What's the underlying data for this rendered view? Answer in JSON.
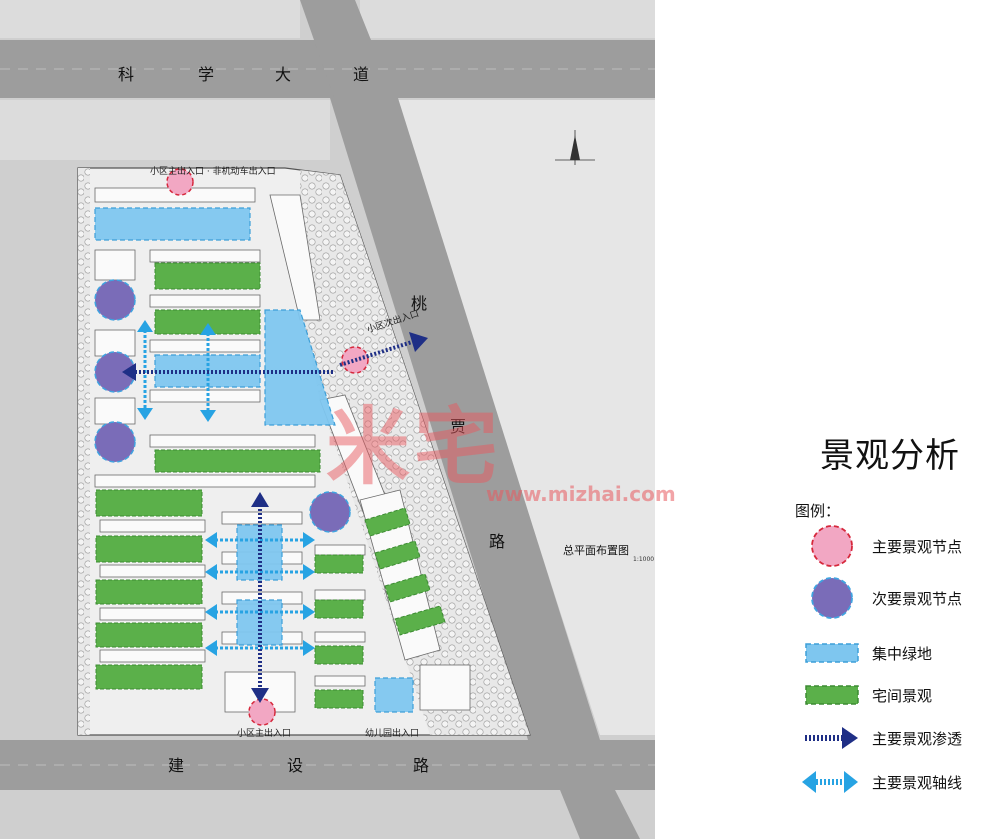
{
  "roads": {
    "north": [
      "科",
      "学",
      "大",
      "道"
    ],
    "east": [
      "桃",
      "贾",
      "路"
    ],
    "south": [
      "建",
      "设",
      "路"
    ]
  },
  "plan_caption": "总平面布置图",
  "plan_scale": "1:1000",
  "entrance_labels": {
    "north": "小区主出入口  ·  非机动车出入口",
    "east": "小区次出入口",
    "south": "小区主出入口",
    "kindergarten": "幼儿园出入口"
  },
  "watermark": {
    "brand": "米宅",
    "url": "www.mizhai.com"
  },
  "title": "景观分析",
  "legend": {
    "heading": "图例：",
    "items": [
      {
        "label": "主要景观节点",
        "icon": "pink-circle-icon",
        "color": "#f2a7c3",
        "stroke": "#d6283c"
      },
      {
        "label": "次要景观节点",
        "icon": "purple-circle-icon",
        "color": "#7a6cb8",
        "stroke": "#3fa3e0"
      },
      {
        "label": "集中绿地",
        "icon": "blue-rect-icon",
        "color": "#7ec6ef",
        "stroke": "#3d9fd8"
      },
      {
        "label": "宅间景观",
        "icon": "green-rect-icon",
        "color": "#5bb04a",
        "stroke": "#3d8c33"
      },
      {
        "label": "主要景观渗透",
        "icon": "navy-arrow-icon",
        "color": "#1f2f86"
      },
      {
        "label": "主要景观轴线",
        "icon": "double-arrow-icon",
        "color": "#27a3e3"
      }
    ]
  }
}
